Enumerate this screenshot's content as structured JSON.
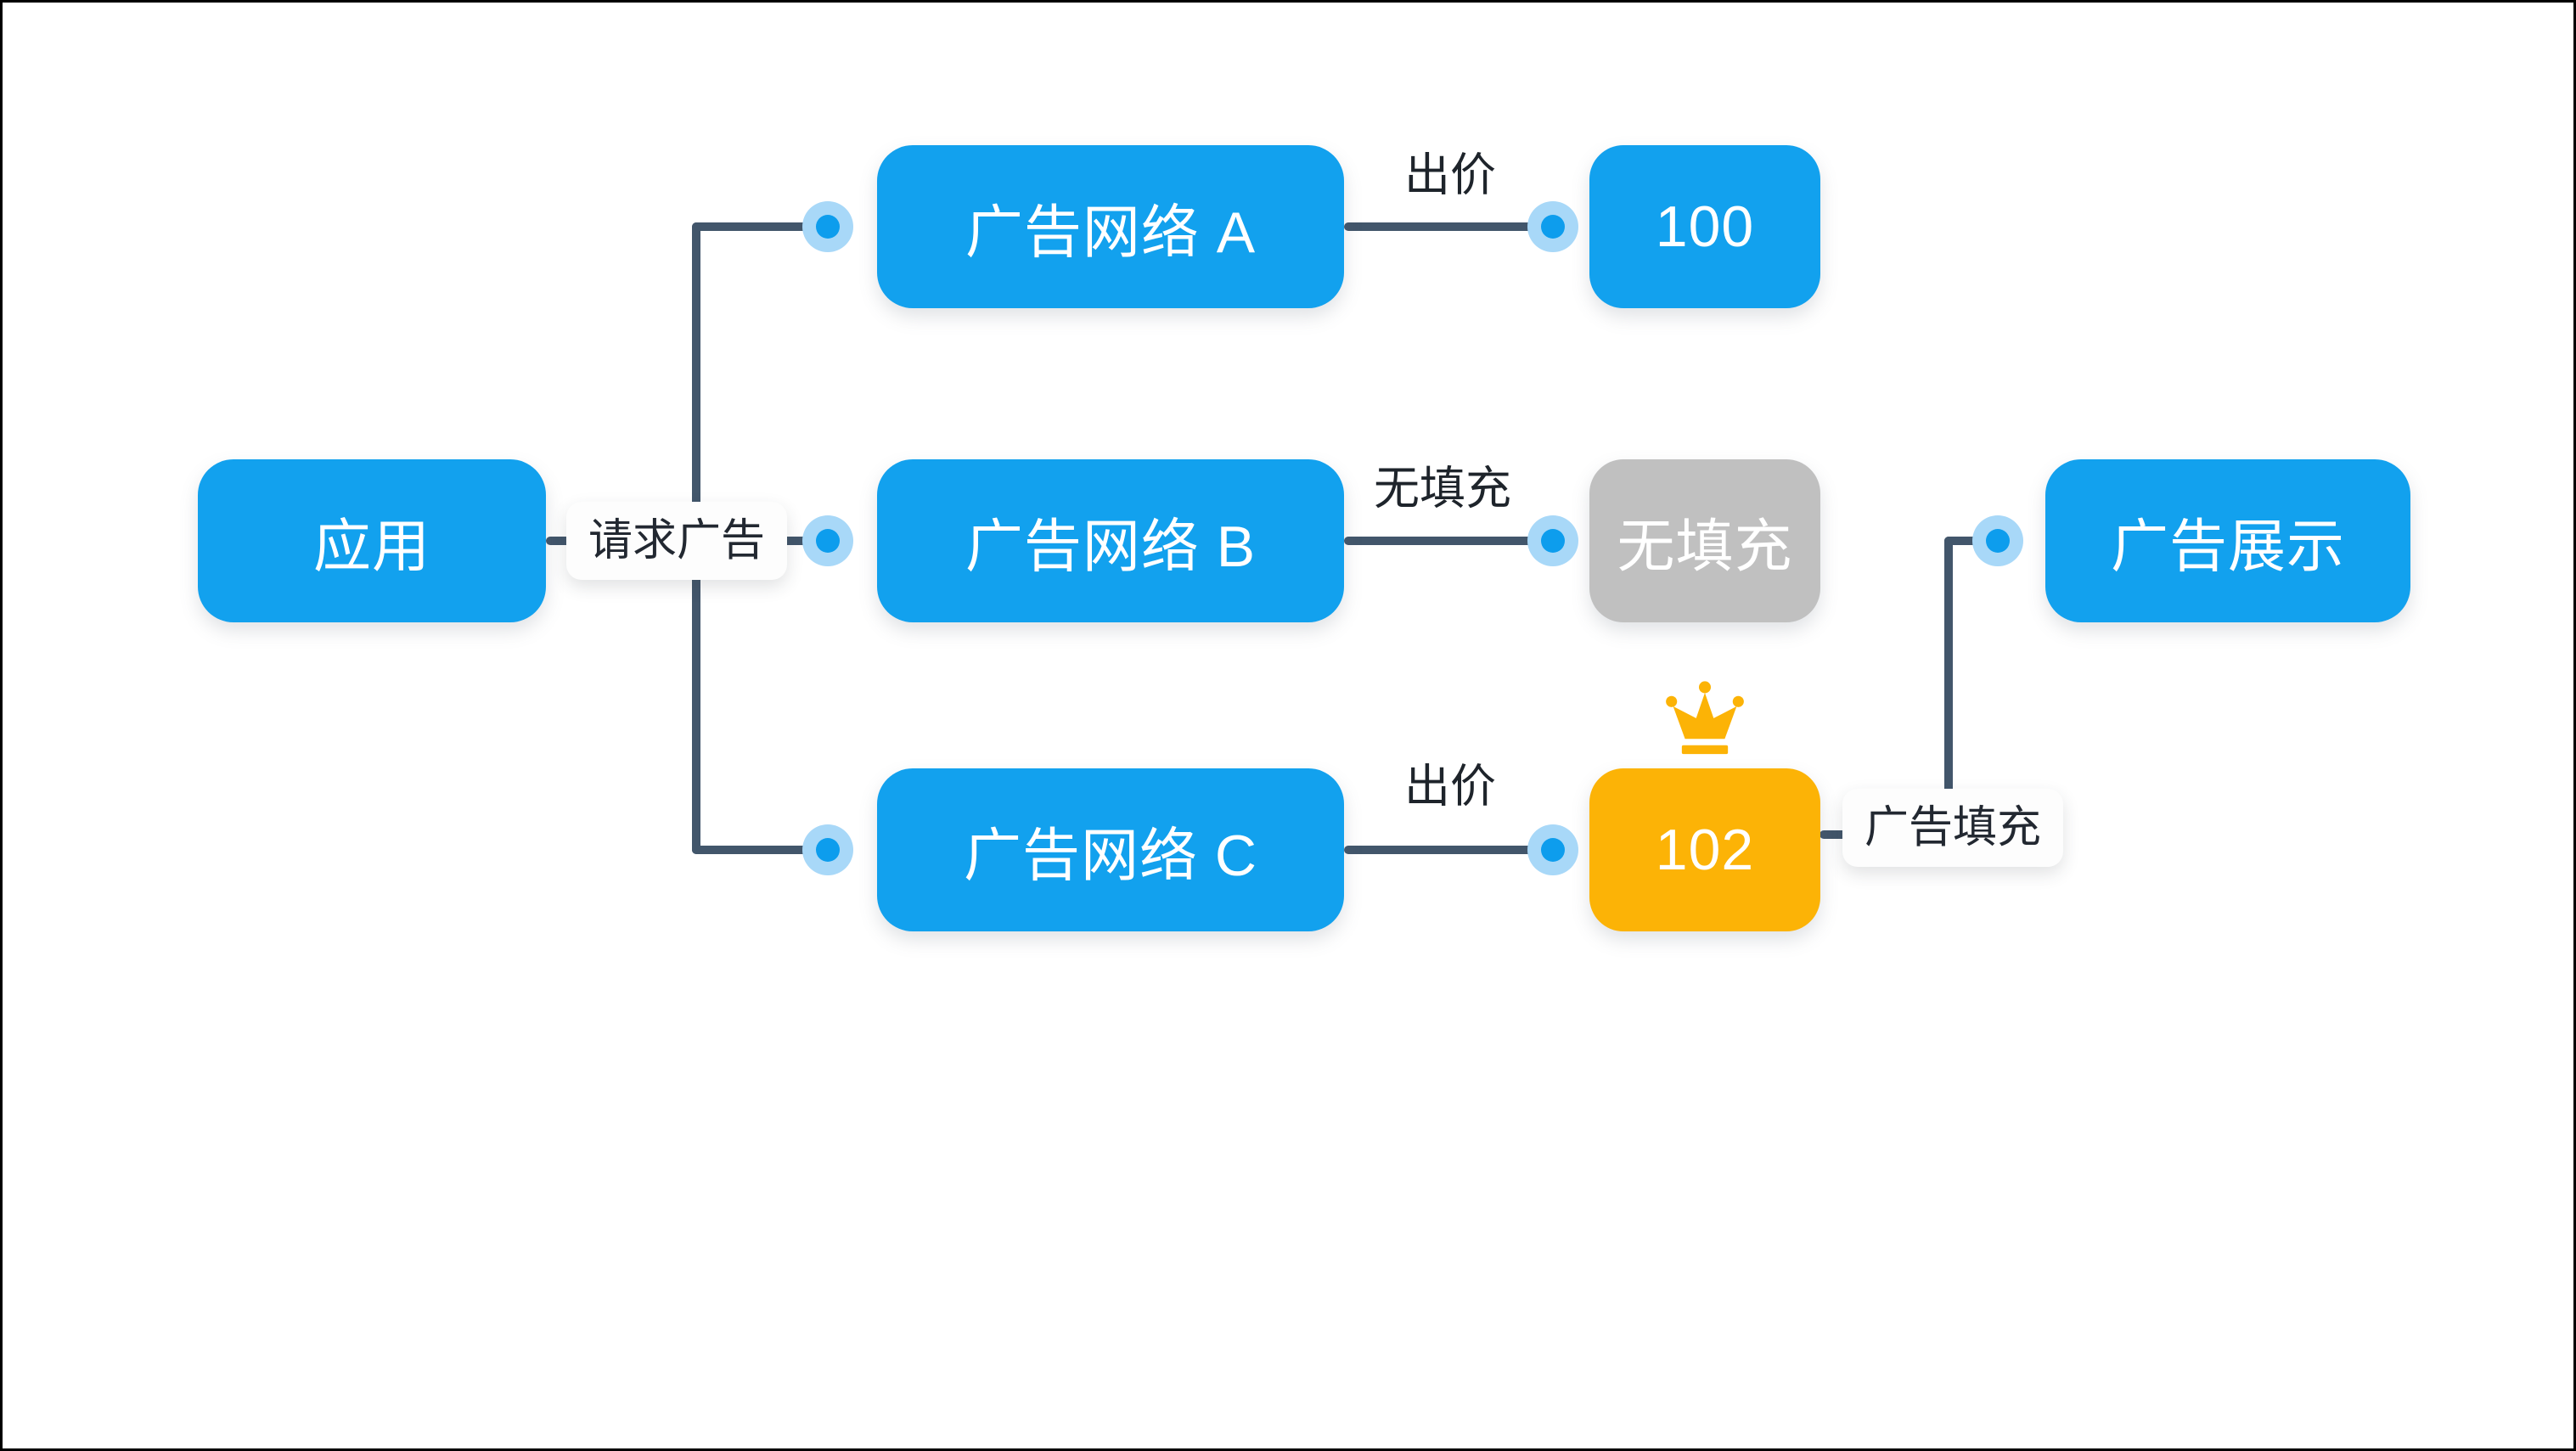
{
  "diagram": {
    "app_node": {
      "label": "应用"
    },
    "request_edge": {
      "label": "请求广告"
    },
    "rows": [
      {
        "network": "广告网络 A",
        "edge_label": "出价",
        "result": "100",
        "result_type": "bid"
      },
      {
        "network": "广告网络 B",
        "edge_label": "无填充",
        "result": "无填充",
        "result_type": "no-fill"
      },
      {
        "network": "广告网络 C",
        "edge_label": "出价",
        "result": "102",
        "result_type": "winning-bid"
      }
    ],
    "fill_edge": {
      "label": "广告填充"
    },
    "display_node": {
      "label": "广告展示"
    },
    "winner_icon": "crown-icon",
    "colors": {
      "node_blue": "#12A1EE",
      "winner_amber": "#FCB306",
      "no_fill_gray": "#C0C0C0",
      "connector": "#42566B",
      "dot_core": "#0D9DED",
      "dot_ring": "#A8D8F8",
      "crown_gold": "#FCB306"
    }
  }
}
